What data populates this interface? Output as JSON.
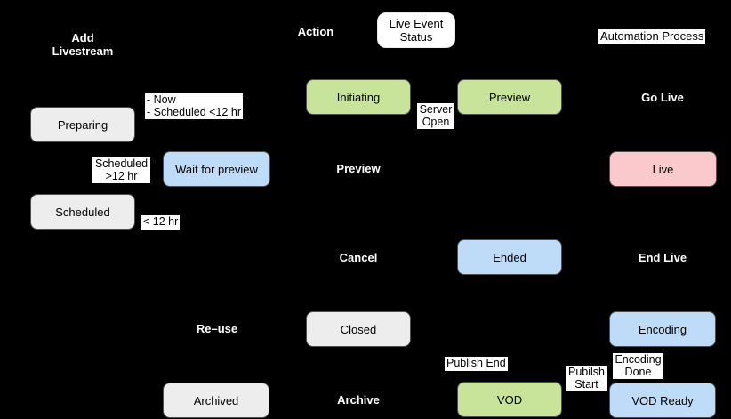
{
  "colors": {
    "background": "#000000",
    "green": "#c8e49b",
    "blue": "#bedcf7",
    "pink": "#f9c9cb",
    "gray": "#ededed",
    "white": "#ffffff",
    "node_border": "#4f4f4f",
    "header_text": "#ffffff",
    "node_text": "#000000"
  },
  "headers": {
    "add_livestream": "Add\nLivestream",
    "action": "Action",
    "live_event_status": "Live Event\nStatus",
    "automation_process": "Automation Process"
  },
  "nodes": {
    "preparing": {
      "label": "Preparing",
      "color": "gray"
    },
    "scheduled": {
      "label": "Scheduled",
      "color": "gray"
    },
    "wait_for_preview": {
      "label": "Wait for preview",
      "color": "blue"
    },
    "archived": {
      "label": "Archived",
      "color": "gray"
    },
    "initiating": {
      "label": "Initiating",
      "color": "green"
    },
    "closed": {
      "label": "Closed",
      "color": "gray"
    },
    "preview": {
      "label": "Preview",
      "color": "green"
    },
    "ended": {
      "label": "Ended",
      "color": "blue"
    },
    "vod": {
      "label": "VOD",
      "color": "green"
    },
    "live": {
      "label": "Live",
      "color": "pink"
    },
    "encoding": {
      "label": "Encoding",
      "color": "blue"
    },
    "vod_ready": {
      "label": "VOD Ready",
      "color": "blue"
    }
  },
  "actions": {
    "go_live": "Go Live",
    "preview": "Preview",
    "cancel": "Cancel",
    "end_live": "End Live",
    "re_use": "Re–use",
    "archive": "Archive"
  },
  "edge_labels": {
    "now_or_scheduled": "- Now\n- Scheduled <12 hr",
    "scheduled_gt_12hr": "Scheduled\n>12 hr",
    "lt_12hr": "< 12 hr",
    "server_open": "Server\nOpen",
    "publish_end": "Publish End",
    "pubilsh_start": "Pubilsh\nStart",
    "encoding_done": "Encoding\nDone"
  }
}
